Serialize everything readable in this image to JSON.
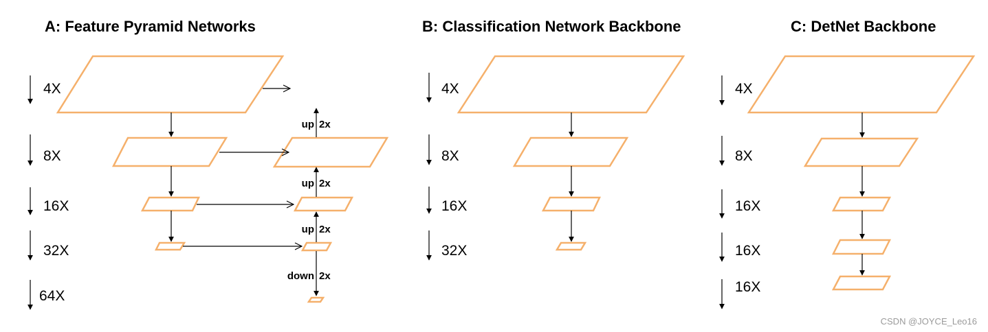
{
  "colors": {
    "feature_map": "#f5b06b",
    "arrow": "#000000",
    "watermark": "#9a9a9a"
  },
  "panels": {
    "a": {
      "title": "A: Feature Pyramid Networks",
      "scales": [
        "4X",
        "8X",
        "16X",
        "32X",
        "64X"
      ],
      "ops": {
        "up1": "up",
        "up1_factor": "2x",
        "up2": "up",
        "up2_factor": "2x",
        "up3": "up",
        "up3_factor": "2x",
        "down": "down",
        "down_factor": "2x"
      }
    },
    "b": {
      "title": "B: Classification Network Backbone",
      "scales": [
        "4X",
        "8X",
        "16X",
        "32X"
      ]
    },
    "c": {
      "title": "C: DetNet Backbone",
      "scales": [
        "4X",
        "8X",
        "16X",
        "16X",
        "16X"
      ]
    }
  },
  "watermark": "CSDN @JOYCE_Leo16"
}
